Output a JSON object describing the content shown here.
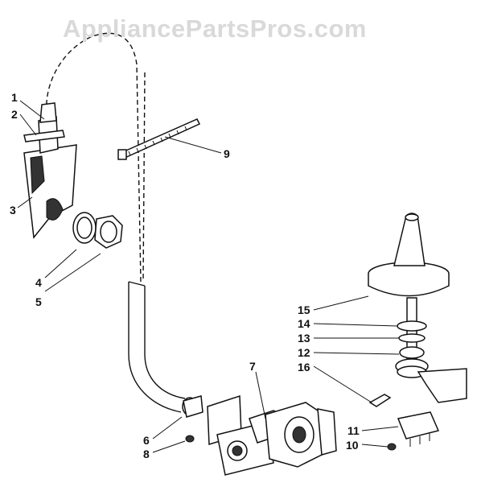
{
  "watermark": "AppliancePartsPros.com",
  "callouts": [
    "1",
    "2",
    "3",
    "4",
    "5",
    "6",
    "7",
    "8",
    "9",
    "10",
    "11",
    "12",
    "13",
    "14",
    "15",
    "16"
  ]
}
